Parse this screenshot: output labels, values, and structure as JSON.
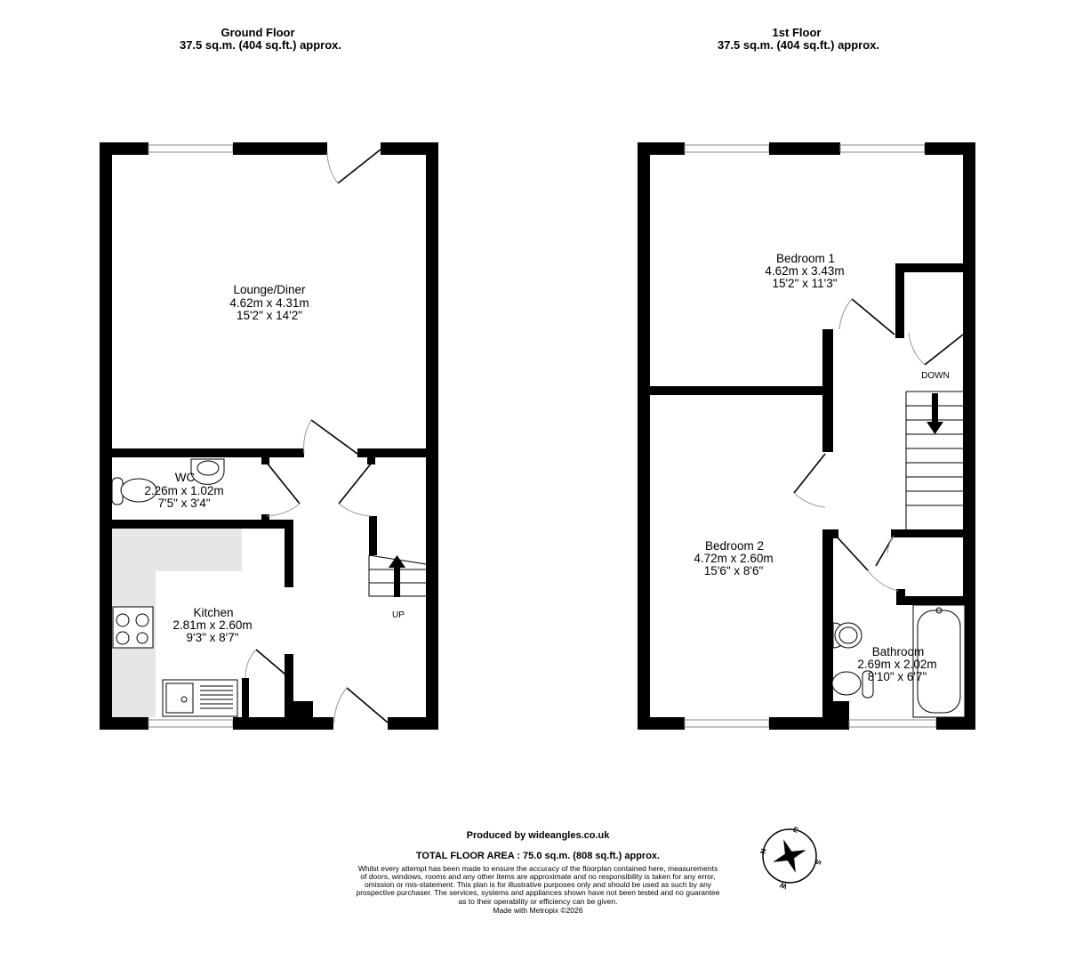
{
  "ground_floor": {
    "title": "Ground Floor",
    "area": "37.5 sq.m. (404 sq.ft.) approx.",
    "rooms": [
      {
        "name": "Lounge/Diner",
        "metric": "4.62m  x 4.31m",
        "imperial": "15'2\"  x 14'2\""
      },
      {
        "name": "WC",
        "metric": "2.26m  x 1.02m",
        "imperial": "7'5\"  x 3'4\""
      },
      {
        "name": "Kitchen",
        "metric": "2.81m  x 2.60m",
        "imperial": "9'3\"  x 8'7\""
      }
    ],
    "stairs_label": "UP"
  },
  "first_floor": {
    "title": "1st Floor",
    "area": "37.5 sq.m. (404 sq.ft.) approx.",
    "rooms": [
      {
        "name": "Bedroom 1",
        "metric": "4.62m  x 3.43m",
        "imperial": "15'2\"  x 11'3\""
      },
      {
        "name": "Bedroom 2",
        "metric": "4.72m  x 2.60m",
        "imperial": "15'6\"  x 8'6\""
      },
      {
        "name": "Bathroom",
        "metric": "2.69m  x 2.02m",
        "imperial": "8'10\"  x 6'7\""
      }
    ],
    "stairs_label": "DOWN"
  },
  "footer": {
    "produced_by": "Produced by wideangles.co.uk",
    "total_area": "TOTAL FLOOR AREA : 75.0 sq.m. (808 sq.ft.) approx.",
    "disclaimer": [
      "Whilst every attempt has been made to ensure the accuracy of the floorplan contained here, measurements",
      "of doors, windows, rooms and any other items are approximate and no responsibility is taken for any error,",
      "omission or mis-statement. This plan is for illustrative purposes only and should be used as such by any",
      "prospective purchaser. The services, systems and appliances shown have not been tested and no guarantee",
      "as to their operability or efficiency can be given."
    ],
    "made_with": "Made with Metropix ©2026"
  },
  "compass": {
    "icon": "compass-rose-icon",
    "labels": [
      "N",
      "E",
      "S",
      "W"
    ]
  },
  "colors": {
    "wall": "#000000",
    "counter": "#e6e6e6"
  }
}
